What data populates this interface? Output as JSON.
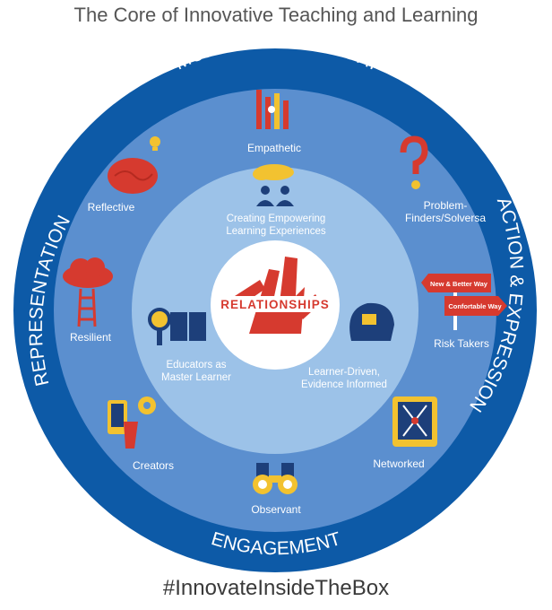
{
  "title": "The Core of Innovative Teaching and Learning",
  "hashtag": "#InnovateInsideTheBox",
  "ring": {
    "top": "MULTIPLE MEANS OF..",
    "left": "REPRESENTATION",
    "right": "ACTION & EXPRESSION",
    "bottom": "ENGAGEMENT"
  },
  "center": {
    "label": "RELATIONSHIPS"
  },
  "inner": {
    "top": "Creating Empowering Learning Experiences",
    "left": "Educators as Master Learner",
    "right": "Learner-Driven, Evidence Informed"
  },
  "traits": {
    "empathetic": "Empathetic",
    "problem": "Problem-Finders/Solversa",
    "risk": "Risk Takers",
    "networked": "Networked",
    "observant": "Observant",
    "creators": "Creators",
    "resilient": "Resilient",
    "reflective": "Reflective"
  },
  "signs": {
    "top": "New & Better Way",
    "bottom": "Confortable Way"
  },
  "colors": {
    "outer_ring": "#0d5aa7",
    "middle_ring": "#5b8fcf",
    "inner_circle": "#9cc2e8",
    "center": "#ffffff",
    "accent_red": "#d63a2f",
    "accent_yellow": "#f2c230",
    "icon_navy": "#1d3f7a"
  }
}
